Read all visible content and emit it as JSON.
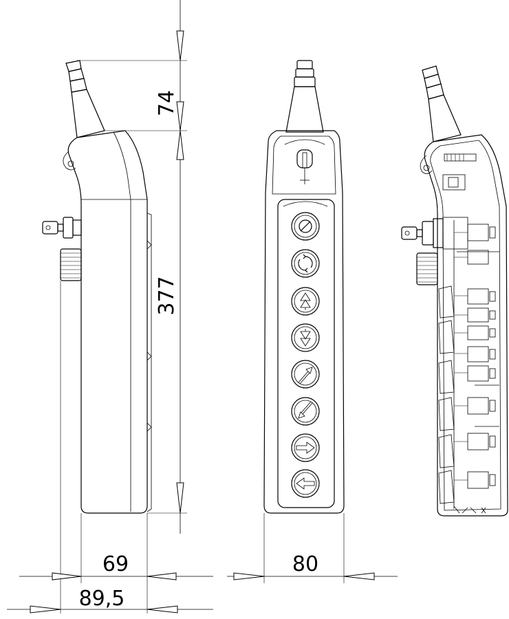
{
  "dimensions": {
    "cable_gland_height": "74",
    "body_length": "377",
    "depth_body": "69",
    "depth_total": "89,5",
    "width": "80"
  },
  "views": {
    "side": "side-view",
    "front": "front-view",
    "section": "section-view"
  },
  "front_buttons": [
    {
      "icon": "stop-icon"
    },
    {
      "icon": "rotate-icon"
    },
    {
      "icon": "double-arrow-up-icon"
    },
    {
      "icon": "double-arrow-down-icon"
    },
    {
      "icon": "arrow-up-right-icon"
    },
    {
      "icon": "arrow-down-left-icon"
    },
    {
      "icon": "arrow-right-icon"
    },
    {
      "icon": "arrow-left-icon"
    }
  ]
}
